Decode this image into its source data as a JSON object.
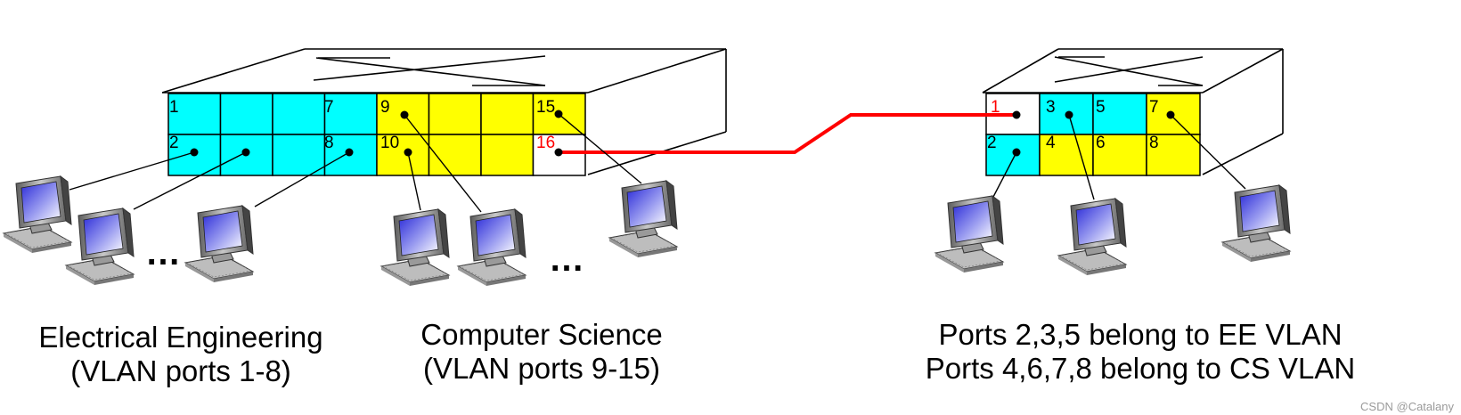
{
  "colors": {
    "ee_vlan": "#00ffff",
    "cs_vlan": "#ffff00",
    "unassigned": "#ffffff",
    "trunk_link": "#ff0000",
    "outline": "#000000"
  },
  "left_switch": {
    "port_labels": [
      "1",
      "2",
      "7",
      "8",
      "9",
      "10",
      "15",
      "16"
    ],
    "top_row_vlans": [
      "ee",
      "ee",
      "ee",
      "ee",
      "cs",
      "cs",
      "cs",
      "cs"
    ],
    "bottom_row_vlans": [
      "ee",
      "ee",
      "ee",
      "ee",
      "cs",
      "cs",
      "cs",
      "none"
    ],
    "trunk_port": "16"
  },
  "right_switch": {
    "port_labels": [
      "1",
      "3",
      "5",
      "7",
      "2",
      "4",
      "6",
      "8"
    ],
    "top_row_vlans": [
      "none",
      "ee",
      "ee",
      "cs"
    ],
    "bottom_row_vlans": [
      "ee",
      "cs",
      "cs",
      "cs"
    ],
    "trunk_port": "1"
  },
  "ellipses": [
    "…",
    "…"
  ],
  "captions": {
    "ee": {
      "line1": "Electrical Engineering",
      "line2": "(VLAN ports 1-8)"
    },
    "cs": {
      "line1": "Computer Science",
      "line2": "(VLAN ports 9-15)"
    },
    "right": {
      "line1": "Ports 2,3,5 belong to EE VLAN",
      "line2": "Ports 4,6,7,8 belong to CS VLAN"
    }
  },
  "watermark": "CSDN @Catalany",
  "icons": [
    "switch-icon",
    "desktop-computer-icon"
  ]
}
